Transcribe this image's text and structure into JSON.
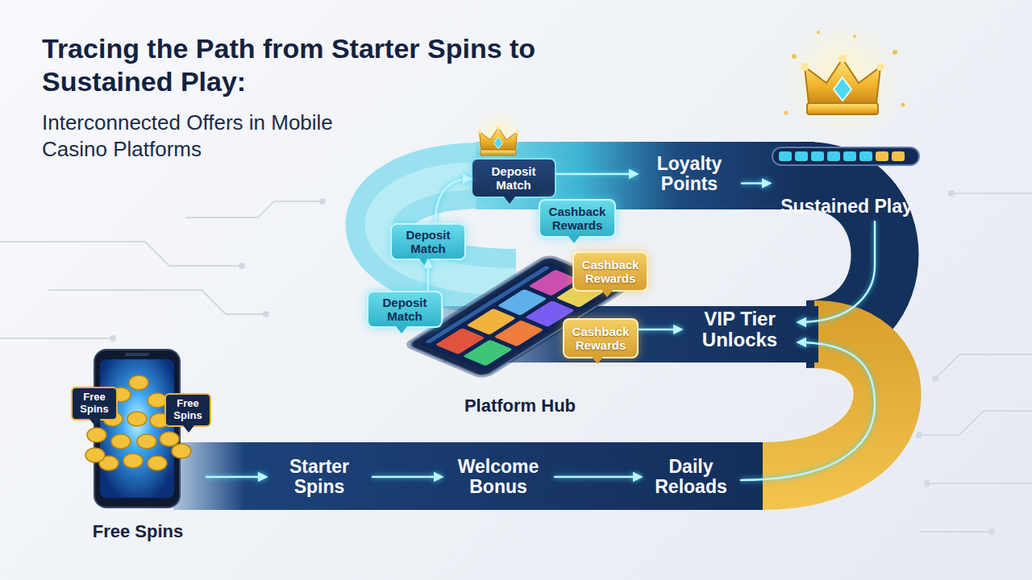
{
  "diagram": {
    "title": "Tracing the Path from Starter Spins to Sustained Play:",
    "nodes": [
      {
        "text": [
          "Free Spins"
        ]
      },
      {
        "text": [
          "Free Spins"
        ],
        "in": 0
      },
      {
        "text": [
          "Free Spins"
        ],
        "in": 0
      },
      {
        "text": [
          "Starter Spins"
        ]
      },
      {
        "text": [
          "Welcome Bonus"
        ]
      },
      {
        "text": [
          "Daily Reloads"
        ]
      },
      {
        "text": [
          "Platform Hub"
        ]
      },
      {
        "text": [
          "Deposit Match"
        ]
      },
      {
        "text": [
          "Deposit Match"
        ]
      },
      {
        "text": [
          "Deposit Match"
        ]
      },
      {
        "text": [
          "Cashback Rewards"
        ]
      },
      {
        "text": [
          "Cashback Rewards"
        ]
      },
      {
        "text": [
          "Cashback Rewards"
        ]
      },
      {
        "text": [
          "Loyalty Points"
        ]
      },
      {
        "text": [
          "Sustained Play"
        ]
      },
      {
        "text": [
          "VIP Tier Unlocks"
        ]
      }
    ],
    "edges": [
      {
        "from": 0,
        "to": 3,
        "arrow": "to"
      },
      {
        "from": 3,
        "to": 4,
        "arrow": "to"
      },
      {
        "from": 4,
        "to": 5,
        "arrow": "to"
      },
      {
        "from": 7,
        "to": 8,
        "arrow": "to"
      },
      {
        "from": 8,
        "to": 9,
        "arrow": "to"
      },
      {
        "from": 9,
        "to": 13,
        "arrow": "to"
      },
      {
        "from": 13,
        "to": 14,
        "arrow": "to"
      },
      {
        "from": 12,
        "to": 15,
        "arrow": "to"
      },
      {
        "from": 5,
        "to": 15,
        "arrow": "to"
      },
      {
        "from": 14,
        "to": 15,
        "arrow": "to"
      }
    ],
    "labels": [
      "Interconnected Offers in Mobile Casino Platforms"
    ]
  }
}
